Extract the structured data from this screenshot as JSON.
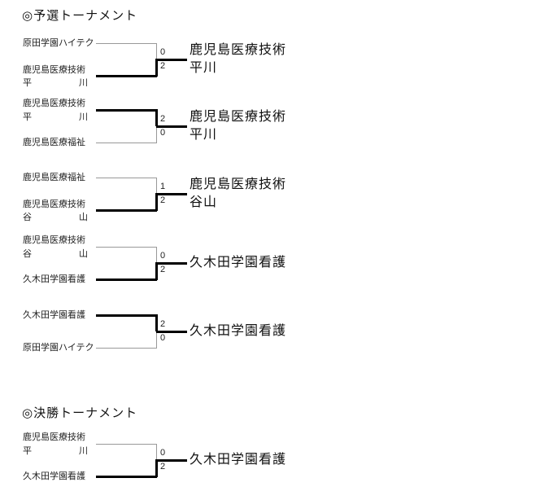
{
  "colors": {
    "background": "#ffffff",
    "thin_line": "#999999",
    "thick_line": "#000000",
    "text": "#1a1a1a"
  },
  "sections": [
    {
      "title": "◎予選トーナメント",
      "matches": [
        {
          "top_team": {
            "line1": "原田学園ハイテク"
          },
          "bottom_team": {
            "line1": "鹿児島医療技術",
            "line2": "平川"
          },
          "score_top": "0",
          "score_bottom": "2",
          "winner": {
            "line1": "鹿児島医療技術",
            "line2": "平川"
          },
          "winner_side": "bottom"
        },
        {
          "top_team": {
            "line1": "鹿児島医療技術",
            "line2": "平川"
          },
          "bottom_team": {
            "line1": "鹿児島医療福祉"
          },
          "score_top": "2",
          "score_bottom": "0",
          "winner": {
            "line1": "鹿児島医療技術",
            "line2": "平川"
          },
          "winner_side": "top"
        },
        {
          "top_team": {
            "line1": "鹿児島医療福祉"
          },
          "bottom_team": {
            "line1": "鹿児島医療技術",
            "line2": "谷山"
          },
          "score_top": "1",
          "score_bottom": "2",
          "winner": {
            "line1": "鹿児島医療技術",
            "line2": "谷山"
          },
          "winner_side": "bottom"
        },
        {
          "top_team": {
            "line1": "鹿児島医療技術",
            "line2": "谷山"
          },
          "bottom_team": {
            "line1": "久木田学園看護"
          },
          "score_top": "0",
          "score_bottom": "2",
          "winner": {
            "line1": "久木田学園看護"
          },
          "winner_side": "bottom"
        },
        {
          "top_team": {
            "line1": "久木田学園看護"
          },
          "bottom_team": {
            "line1": "原田学園ハイテク"
          },
          "score_top": "2",
          "score_bottom": "0",
          "winner": {
            "line1": "久木田学園看護"
          },
          "winner_side": "top"
        }
      ]
    },
    {
      "title": "◎決勝トーナメント",
      "matches": [
        {
          "top_team": {
            "line1": "鹿児島医療技術",
            "line2": "平川"
          },
          "bottom_team": {
            "line1": "久木田学園看護"
          },
          "score_top": "0",
          "score_bottom": "2",
          "winner": {
            "line1": "久木田学園看護"
          },
          "winner_side": "bottom"
        }
      ]
    }
  ]
}
